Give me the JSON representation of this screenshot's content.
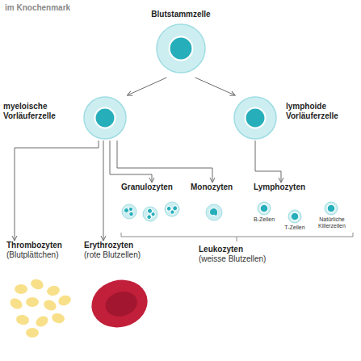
{
  "diagram": {
    "title": "im Knochenmark",
    "nodes": [
      {
        "text": [
          "Blutstammzelle"
        ]
      },
      {
        "text": [
          "myeloische Vorläuferzelle"
        ]
      },
      {
        "text": [
          "lymphoide Vorläuferzelle"
        ]
      },
      {
        "text": [
          "Granulozyten"
        ]
      },
      {
        "text": [
          "Monozyten"
        ]
      },
      {
        "text": [
          "Lymphozyten"
        ]
      },
      {
        "text": [
          "B-Zellen"
        ]
      },
      {
        "text": [
          "T-Zellen"
        ]
      },
      {
        "text": [
          "Natürliche Killerzellen"
        ]
      },
      {
        "text": [
          "Thrombozyten",
          "(Blutplättchen)"
        ]
      },
      {
        "text": [
          "Erythrozyten",
          "(rote Blutzellen)"
        ]
      }
    ],
    "edges": [
      {
        "from": 0,
        "to": 1,
        "arrow": "to"
      },
      {
        "from": 0,
        "to": 2,
        "arrow": "to"
      },
      {
        "from": 1,
        "to": 9,
        "arrow": "to"
      },
      {
        "from": 1,
        "to": 10,
        "arrow": "to"
      },
      {
        "from": 1,
        "to": 3,
        "arrow": "to"
      },
      {
        "from": 1,
        "to": 4,
        "arrow": "to"
      },
      {
        "from": 2,
        "to": 5,
        "arrow": "to"
      }
    ],
    "labels": [
      "Leukozyten",
      "(weisse Blutzellen)"
    ]
  }
}
